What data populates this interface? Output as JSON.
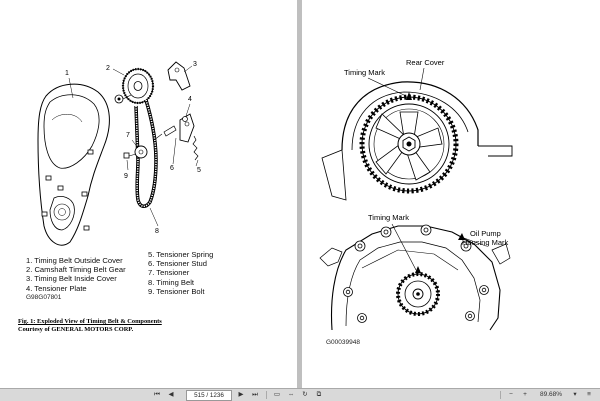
{
  "left_page": {
    "callouts": [
      "1",
      "2",
      "3",
      "4",
      "5",
      "6",
      "7",
      "8",
      "9"
    ],
    "legend_col1": [
      "1. Timing Belt Outside Cover",
      "2. Camshaft Timing Belt Gear",
      "3. Timing Belt Inside Cover",
      "4. Tensioner Plate"
    ],
    "legend_col2": [
      "5. Tensioner Spring",
      "6. Tensioner Stud",
      "7. Tensioner",
      "8. Timing Belt",
      "9. Tensioner Bolt"
    ],
    "figure_code": "G98G07801",
    "caption_title": "Fig. 1: Exploded View of Timing Belt & Components",
    "caption_credit": "Courtesy of GENERAL MOTORS CORP."
  },
  "right_page": {
    "label_timing_mark_top": "Timing Mark",
    "label_rear_cover": "Rear Cover",
    "label_timing_mark_bottom": "Timing Mark",
    "label_oil_pump_1": "Oil Pump",
    "label_oil_pump_2": "Housing Mark",
    "figure_code": "G00039948"
  },
  "toolbar": {
    "page_indicator": "515 / 1236",
    "zoom": "89.68%"
  }
}
